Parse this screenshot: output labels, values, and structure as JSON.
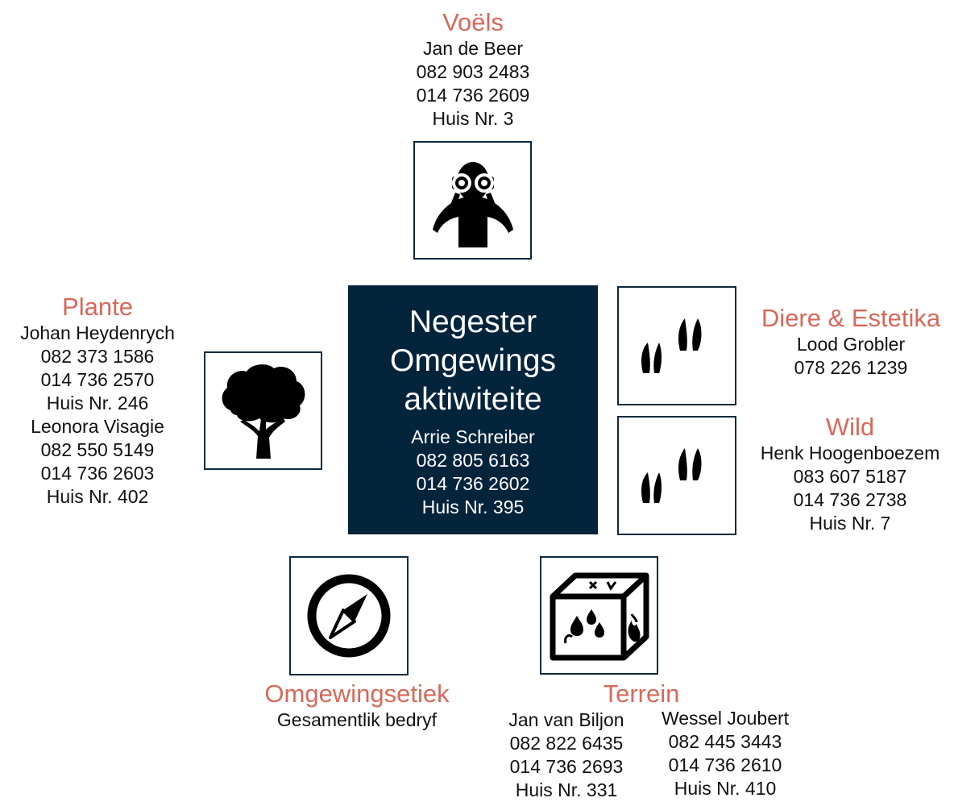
{
  "center": {
    "title_lines": [
      "Negester",
      "Omgewings",
      "aktiwiteite"
    ],
    "contact": [
      "Arrie Schreiber",
      "082 805 6163",
      "014 736 2602",
      "Huis Nr. 395"
    ]
  },
  "voels": {
    "heading": "Voëls",
    "lines": [
      "Jan de Beer",
      "082 903 2483",
      "014 736 2609",
      "Huis Nr. 3"
    ],
    "icon": "binoculars-person-icon"
  },
  "plante": {
    "heading": "Plante",
    "lines": [
      "Johan Heydenrych",
      "082 373 1586",
      "014 736 2570",
      "Huis Nr. 246",
      "Leonora Visagie",
      "082 550 5149",
      "014 736 2603",
      "Huis Nr. 402"
    ],
    "icon": "tree-icon"
  },
  "diere": {
    "heading": "Diere & Estetika",
    "lines": [
      "Lood Grobler",
      "078 226 1239"
    ],
    "icon": "hoofprints-icon"
  },
  "wild": {
    "heading": "Wild",
    "lines": [
      "Henk Hoogenboezem",
      "083 607 5187",
      "014 736 2738",
      "Huis Nr. 7"
    ],
    "icon": "hoofprints-icon"
  },
  "omgewingsetiek": {
    "heading": "Omgewingsetiek",
    "lines": [
      "Gesamentlik bedryf"
    ],
    "icon": "compass-icon"
  },
  "terrein": {
    "heading": "Terrein",
    "contacts": [
      [
        "Jan van Biljon",
        "082 822 6435",
        "014 736 2693",
        "Huis Nr. 331"
      ],
      [
        "Wessel Joubert",
        "082 445 3443",
        "014 736 2610",
        "Huis Nr. 410"
      ]
    ],
    "icon": "hazard-box-icon"
  },
  "colors": {
    "heading": "#d9685a",
    "center_bg": "#04243c",
    "box_border": "#0c2a3e"
  }
}
